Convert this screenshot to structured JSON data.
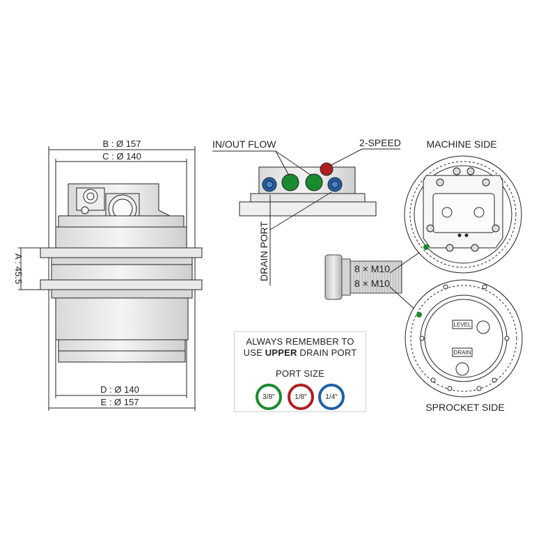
{
  "dims": {
    "b": "B : Ø 157",
    "c": "C : Ø 140",
    "a": "A : 45.5",
    "d": "D : Ø 140",
    "e": "E : Ø 157"
  },
  "ports_view": {
    "in_out_flow": "IN/OUT FLOW",
    "two_speed": "2-SPEED",
    "drain_port": "DRAIN PORT"
  },
  "bolts": {
    "line1": "8 × M10",
    "line2": "8 × M10"
  },
  "machine_side": "MACHINE SIDE",
  "sprocket_side": "SPROCKET SIDE",
  "sprocket_labels": {
    "level": "LEVEL",
    "drain": "DRAIN"
  },
  "note": {
    "line1": "ALWAYS REMEMBER TO",
    "line2_pre": "USE ",
    "line2_bold": "UPPER",
    "line2_post": " DRAIN PORT",
    "port_size_title": "PORT SIZE",
    "ports": [
      {
        "label": "3/8\"",
        "color": "#1a8a2e"
      },
      {
        "label": "1/8\"",
        "color": "#b01e1e"
      },
      {
        "label": "1/4\"",
        "color": "#1f5fa8"
      }
    ]
  },
  "colors": {
    "green": "#1a8a2e",
    "red": "#b01e1e",
    "blue": "#1f5fa8",
    "line": "#222222"
  }
}
